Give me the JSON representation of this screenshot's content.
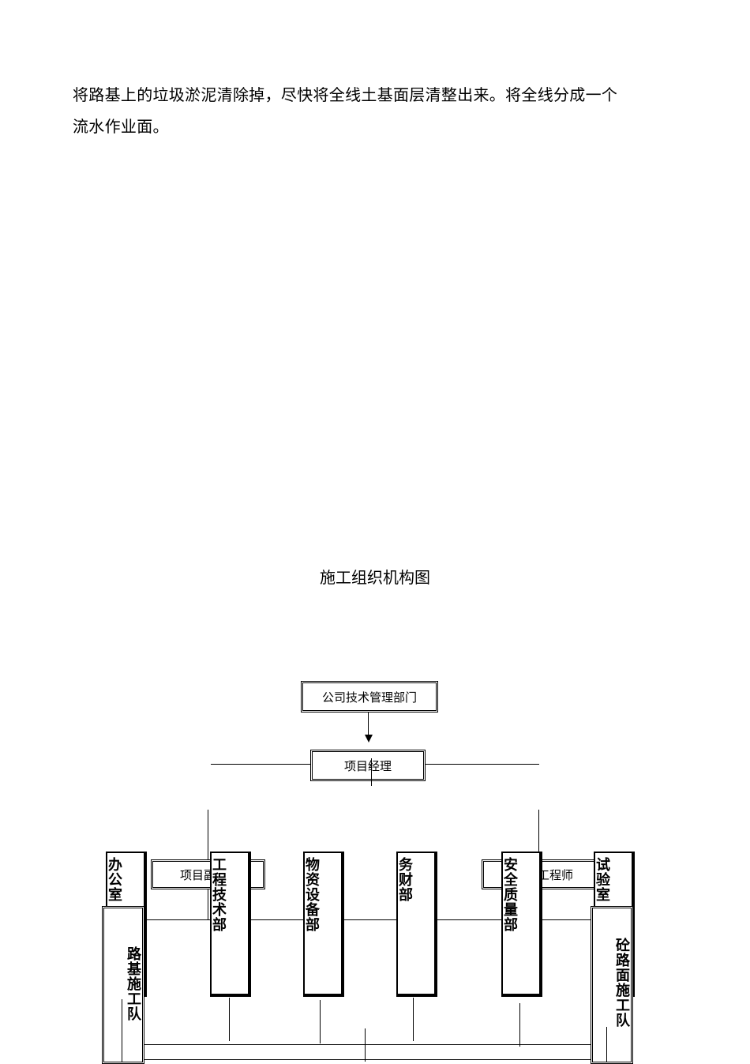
{
  "paragraph": {
    "line1": "将路基上的垃圾淤泥清除掉，尽快将全线土基面层清整出来。将全线分成一个",
    "line2": "流水作业面。"
  },
  "chart_title": "施工组织机构图",
  "org": {
    "company": "公司技术管理部门",
    "manager": "项目经理",
    "side_left": "项目副",
    "side_right": "工程师",
    "departments": {
      "office": "办公室",
      "engineering": "工程技术部",
      "materials": "物资设备部",
      "finance": "务财部",
      "safety": "安全质量部",
      "lab": "试验室"
    },
    "teams": {
      "roadbed": "路基施工队",
      "pavement": "砼路面施工队"
    }
  }
}
